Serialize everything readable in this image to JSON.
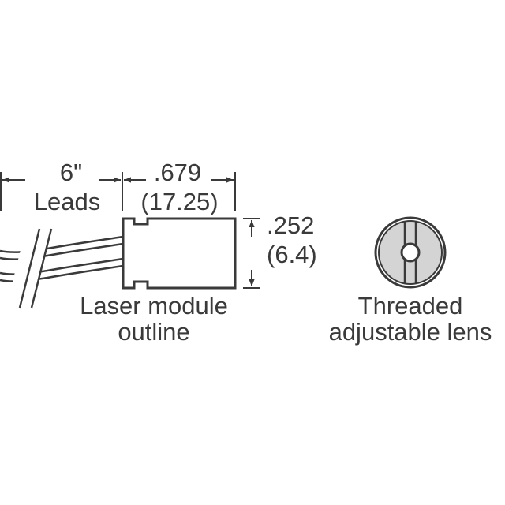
{
  "diagram": {
    "leads": {
      "length": "6\"",
      "label": "Leads"
    },
    "module_width": {
      "inches": ".679",
      "mm": "(17.25)"
    },
    "module_height": {
      "inches": ".252",
      "mm": "(6.4)"
    },
    "module_caption": [
      "Laser module",
      "outline"
    ],
    "lens_caption": [
      "Threaded",
      "adjustable lens"
    ],
    "colors": {
      "line": "#3a3a3a",
      "lens_fill": "#d4d4d4",
      "background": "#ffffff"
    }
  }
}
